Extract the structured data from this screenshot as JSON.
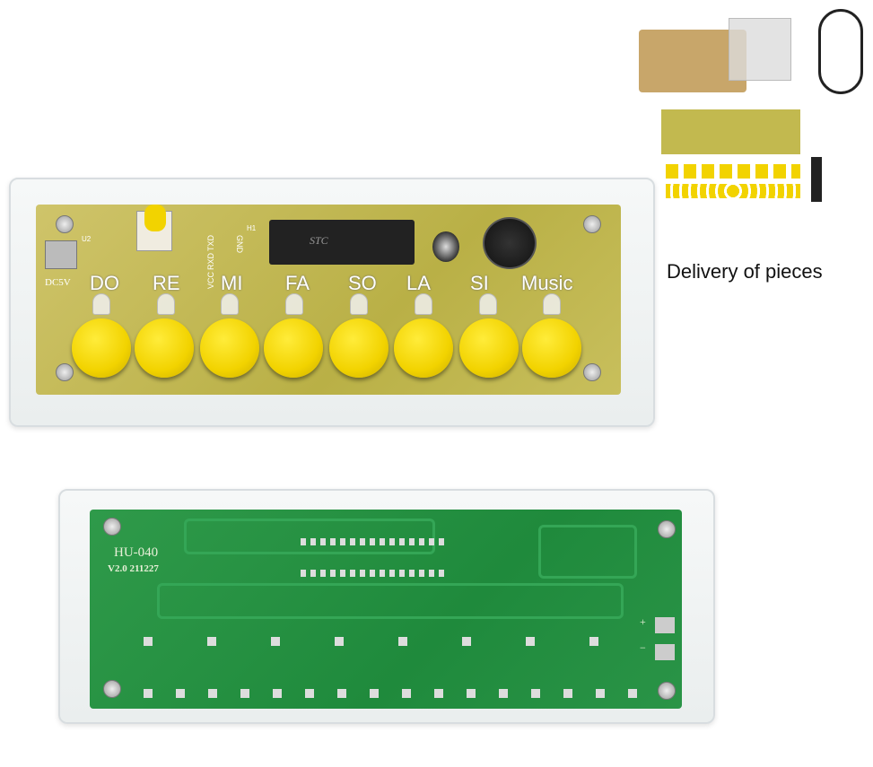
{
  "top_board": {
    "note_labels": [
      "DO",
      "RE",
      "MI",
      "FA",
      "SO",
      "LA",
      "SI",
      "Music"
    ],
    "power_label": "DC5V",
    "connector_label": "U2",
    "header_label": "H1",
    "header_pins": [
      "GND",
      "TXD",
      "RXD",
      "VCC"
    ],
    "chip_label": "STC"
  },
  "bottom_board": {
    "model": "HU-040",
    "version": "V2.0  211227",
    "plus": "+",
    "minus": "−"
  },
  "kit": {
    "caption": "Delivery of pieces"
  },
  "colors": {
    "button_yellow": "#f2d300",
    "top_pcb": "#c2b94f",
    "bottom_pcb": "#1f8a3c"
  }
}
